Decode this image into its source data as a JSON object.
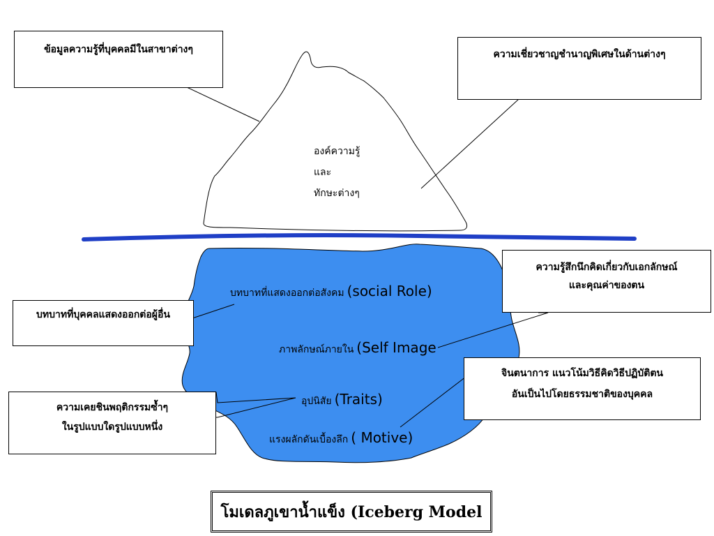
{
  "colors": {
    "underwater": "#3d8ef0",
    "waterline": "#1f3fc6",
    "outline": "#000000"
  },
  "tip": {
    "lines": [
      "องค์ความรู้",
      "และ",
      "ทักษะต่างๆ"
    ]
  },
  "callouts": {
    "knowledge": "ข้อมูลความรู้ที่บุคคลมีในสาขาต่างๆ",
    "skill": "ความเชี่ยวชาญชำนาญพิเศษในด้านต่างๆ",
    "self_image_lines": [
      "ความรู้สึกนึกคิดเกี่ยวกับเอกลักษณ์",
      "และคุณค่าของตน"
    ],
    "social_role": "บทบาทที่บุคคลแสดงออกต่อผู้อื่น",
    "traits_lines": [
      "ความเคยชินพฤติกรรมซ้ำๆ",
      "ในรูปแบบใดรูปแบบหนึ่ง"
    ],
    "motive_lines": [
      "จินตนาการ แนวโน้มวิธีคิดวิธีปฏิบัติตน",
      "อันเป็นไปโดยธรรมชาติของบุคคล"
    ]
  },
  "layers": {
    "social_role": {
      "th": "บทบาทที่แสดงออกต่อสังคม",
      "en": "(social Role)"
    },
    "self_image": {
      "th": "ภาพลักษณ์ภายใน",
      "en": "(Self Image"
    },
    "traits": {
      "th": "อุปนิสัย",
      "en": "(Traits)"
    },
    "motive": {
      "th": "แรงผลักดันเบื้องลึก",
      "en": "( Motive)"
    }
  },
  "title": "โมเดลภูเขาน้ำแข็ง  (Iceberg Model"
}
